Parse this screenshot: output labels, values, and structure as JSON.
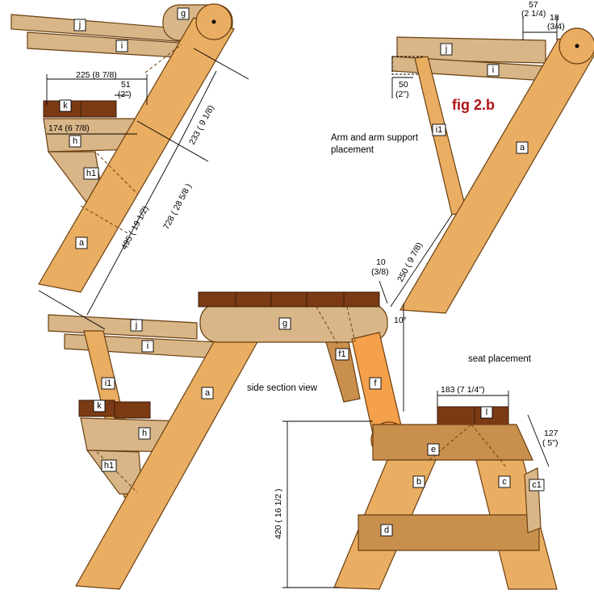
{
  "figure_title": "fig 2.b",
  "notes": {
    "arm_support": [
      "Arm and arm support",
      "placement"
    ],
    "side_view": "side section view",
    "seat": "seat placement"
  },
  "part_labels": {
    "a": "a",
    "b": "b",
    "c": "c",
    "c1": "c1",
    "d": "d",
    "e": "e",
    "f": "f",
    "f1": "f1",
    "g": "g",
    "h": "h",
    "h1": "h1",
    "i": "i",
    "i1": "i1",
    "j": "j",
    "k": "k",
    "l": "l"
  },
  "dimensions": {
    "d225": "225 (8 7/8)",
    "d51a": "51",
    "d51b": "(2\")",
    "d174": "174 (6 7/8)",
    "d233": "233 ( 9 1/8)",
    "d728": "728 ( 28 5/8 )",
    "d495": "495 ( 19 1/2)",
    "d57a": "57",
    "d57b": "(2 1/4)",
    "d18a": "18",
    "d18b": "(3/4)",
    "d50a": "50",
    "d50b": "(2\")",
    "d10a": "10",
    "d10b": "(3/8)",
    "d250": "250 ( 9 7/8)",
    "angle": "10°",
    "d183": "183 (7 1/4\")",
    "d127a": "127",
    "d127b": "( 5\")",
    "d420": "420 ( 16 1/2 )"
  }
}
